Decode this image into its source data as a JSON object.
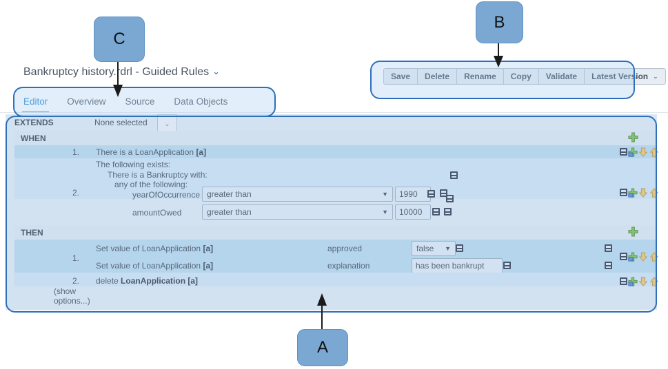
{
  "document": {
    "title": "Bankruptcy history.rdrl - Guided Rules",
    "title_caret": "⌄"
  },
  "tabs": [
    {
      "label": "Editor",
      "active": true
    },
    {
      "label": "Overview",
      "active": false
    },
    {
      "label": "Source",
      "active": false
    },
    {
      "label": "Data Objects",
      "active": false
    }
  ],
  "toolbar": {
    "save_label": "Save",
    "delete_label": "Delete",
    "rename_label": "Rename",
    "copy_label": "Copy",
    "validate_label": "Validate",
    "version_label": "Latest Version",
    "version_caret": "⌄",
    "expand_icon": "⤡",
    "close_icon": "✖"
  },
  "editor": {
    "extends": {
      "label": "EXTENDS",
      "value": "None selected",
      "caret": "⌄"
    },
    "when": {
      "header": "WHEN",
      "rows": [
        {
          "number": "1.",
          "text": "There is a LoanApplication ",
          "binding": "[a]"
        },
        {
          "number": "2.",
          "line1": "The following exists:",
          "line2": "There is a Bankruptcy with:",
          "line3": "any of the following:",
          "constraints": [
            {
              "field": "yearOfOccurrence",
              "operator": "greater than",
              "value": "1990"
            },
            {
              "field": "amountOwed",
              "operator": "greater than",
              "value": "10000"
            }
          ]
        }
      ]
    },
    "then": {
      "header": "THEN",
      "rows": [
        {
          "number": "1.",
          "actions": [
            {
              "text": "Set value of LoanApplication ",
              "binding": "[a]",
              "field": "approved",
              "control": "select",
              "value": "false"
            },
            {
              "text": "Set value of LoanApplication ",
              "binding": "[a]",
              "field": "explanation",
              "control": "text",
              "value": "has been bankrupt"
            }
          ]
        },
        {
          "number": "2.",
          "text": "delete ",
          "binding": "LoanApplication [a]"
        }
      ],
      "show_options": "(show\noptions...)"
    },
    "icons": {
      "add": "add-plus-icon",
      "remove": "remove-minus-icon",
      "insert": "insert-plus-icon",
      "move_down": "move-down-arrow-icon",
      "move_up": "move-up-arrow-icon"
    }
  },
  "callouts": [
    {
      "id": "A",
      "label": "A"
    },
    {
      "id": "B",
      "label": "B"
    },
    {
      "id": "C",
      "label": "C"
    }
  ],
  "colors": {
    "accent": "#2f8fd4",
    "highlight_border": "#2e6fba",
    "callout_fill": "#7aa8d2",
    "row_selected": "#b9d8ee",
    "row_alt": "#cfe2f2",
    "panel_bg": "#dce7f2"
  }
}
